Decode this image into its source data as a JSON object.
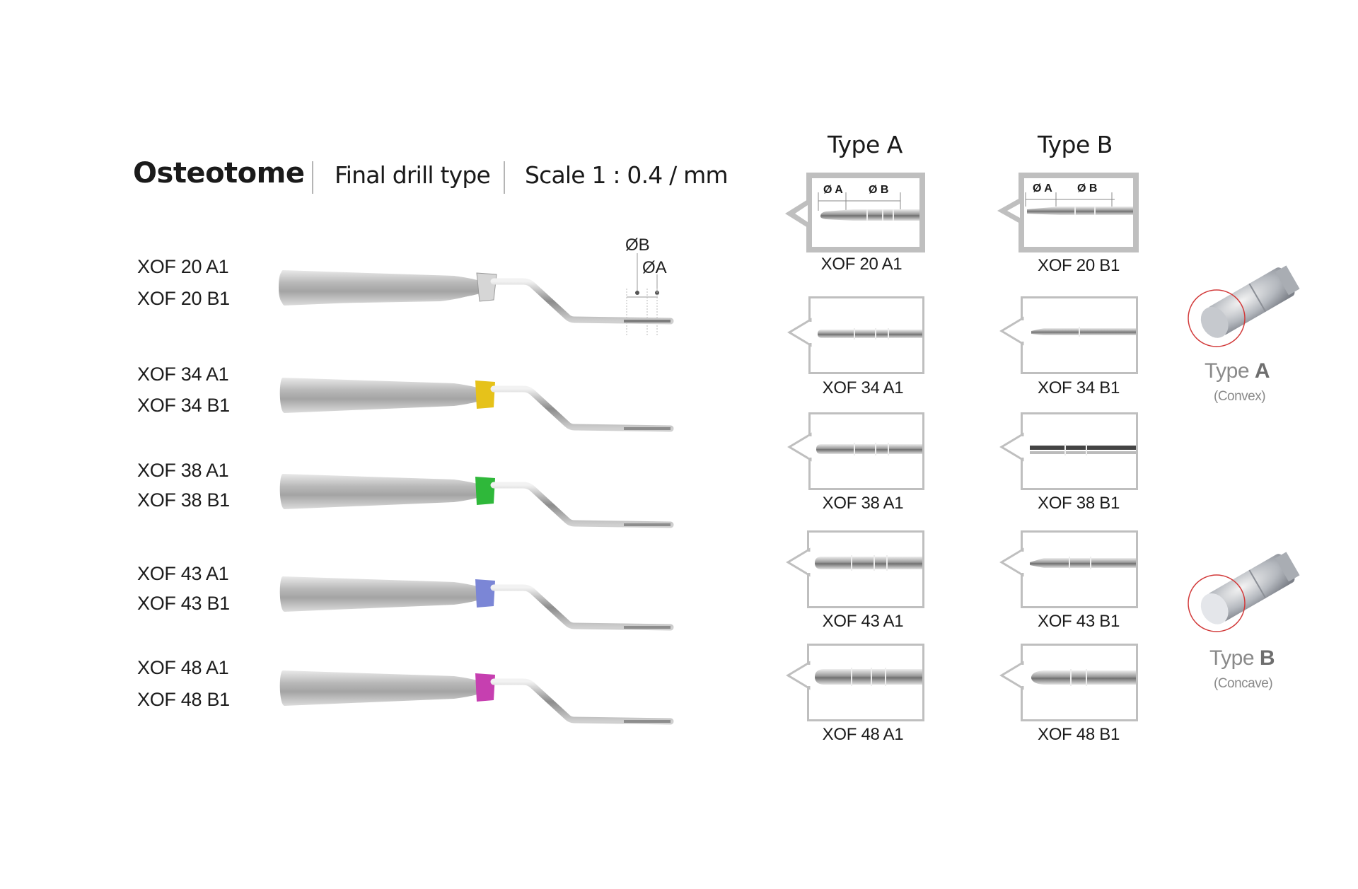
{
  "header": {
    "title": "Osteotome",
    "subtitle_1": "Final drill type",
    "subtitle_2": "Scale 1 : 0.4 / mm"
  },
  "instruments": [
    {
      "code_a": "XOF 20 A1",
      "code_b": "XOF 20 B1",
      "collar_color": "#d9d9d9",
      "collar": "silver"
    },
    {
      "code_a": "XOF 34 A1",
      "code_b": "XOF 34 B1",
      "collar_color": "#e6c21a",
      "collar": "yellow"
    },
    {
      "code_a": "XOF 38 A1",
      "code_b": "XOF 38 B1",
      "collar_color": "#2fb83a",
      "collar": "green"
    },
    {
      "code_a": "XOF 43 A1",
      "code_b": "XOF 43 B1",
      "collar_color": "#7b86d6",
      "collar": "blue"
    },
    {
      "code_a": "XOF 48 A1",
      "code_b": "XOF 48 B1",
      "collar_color": "#c63fb0",
      "collar": "magenta"
    }
  ],
  "dimension_labels": {
    "diameter_b": "ØB",
    "diameter_a": "ØA",
    "box_diameter_a": "Ø A",
    "box_diameter_b": "Ø B"
  },
  "columns": {
    "type_a": {
      "header": "Type A",
      "captions": [
        "XOF 20 A1",
        "XOF 34 A1",
        "XOF 38 A1",
        "XOF 43 A1",
        "XOF 48 A1"
      ]
    },
    "type_b": {
      "header": "Type B",
      "captions": [
        "XOF 20 B1",
        "XOF 34 B1",
        "XOF 38 B1",
        "XOF 43 B1",
        "XOF 48 B1"
      ]
    }
  },
  "tip_types": [
    {
      "prefix": "Type ",
      "letter": "A",
      "description": "(Convex)"
    },
    {
      "prefix": "Type ",
      "letter": "B",
      "description": "(Concave)"
    }
  ],
  "colors": {
    "highlight_circle": "#d23a3a",
    "box_border": "#bfbfbf",
    "text_gray": "#8a8a8a"
  }
}
